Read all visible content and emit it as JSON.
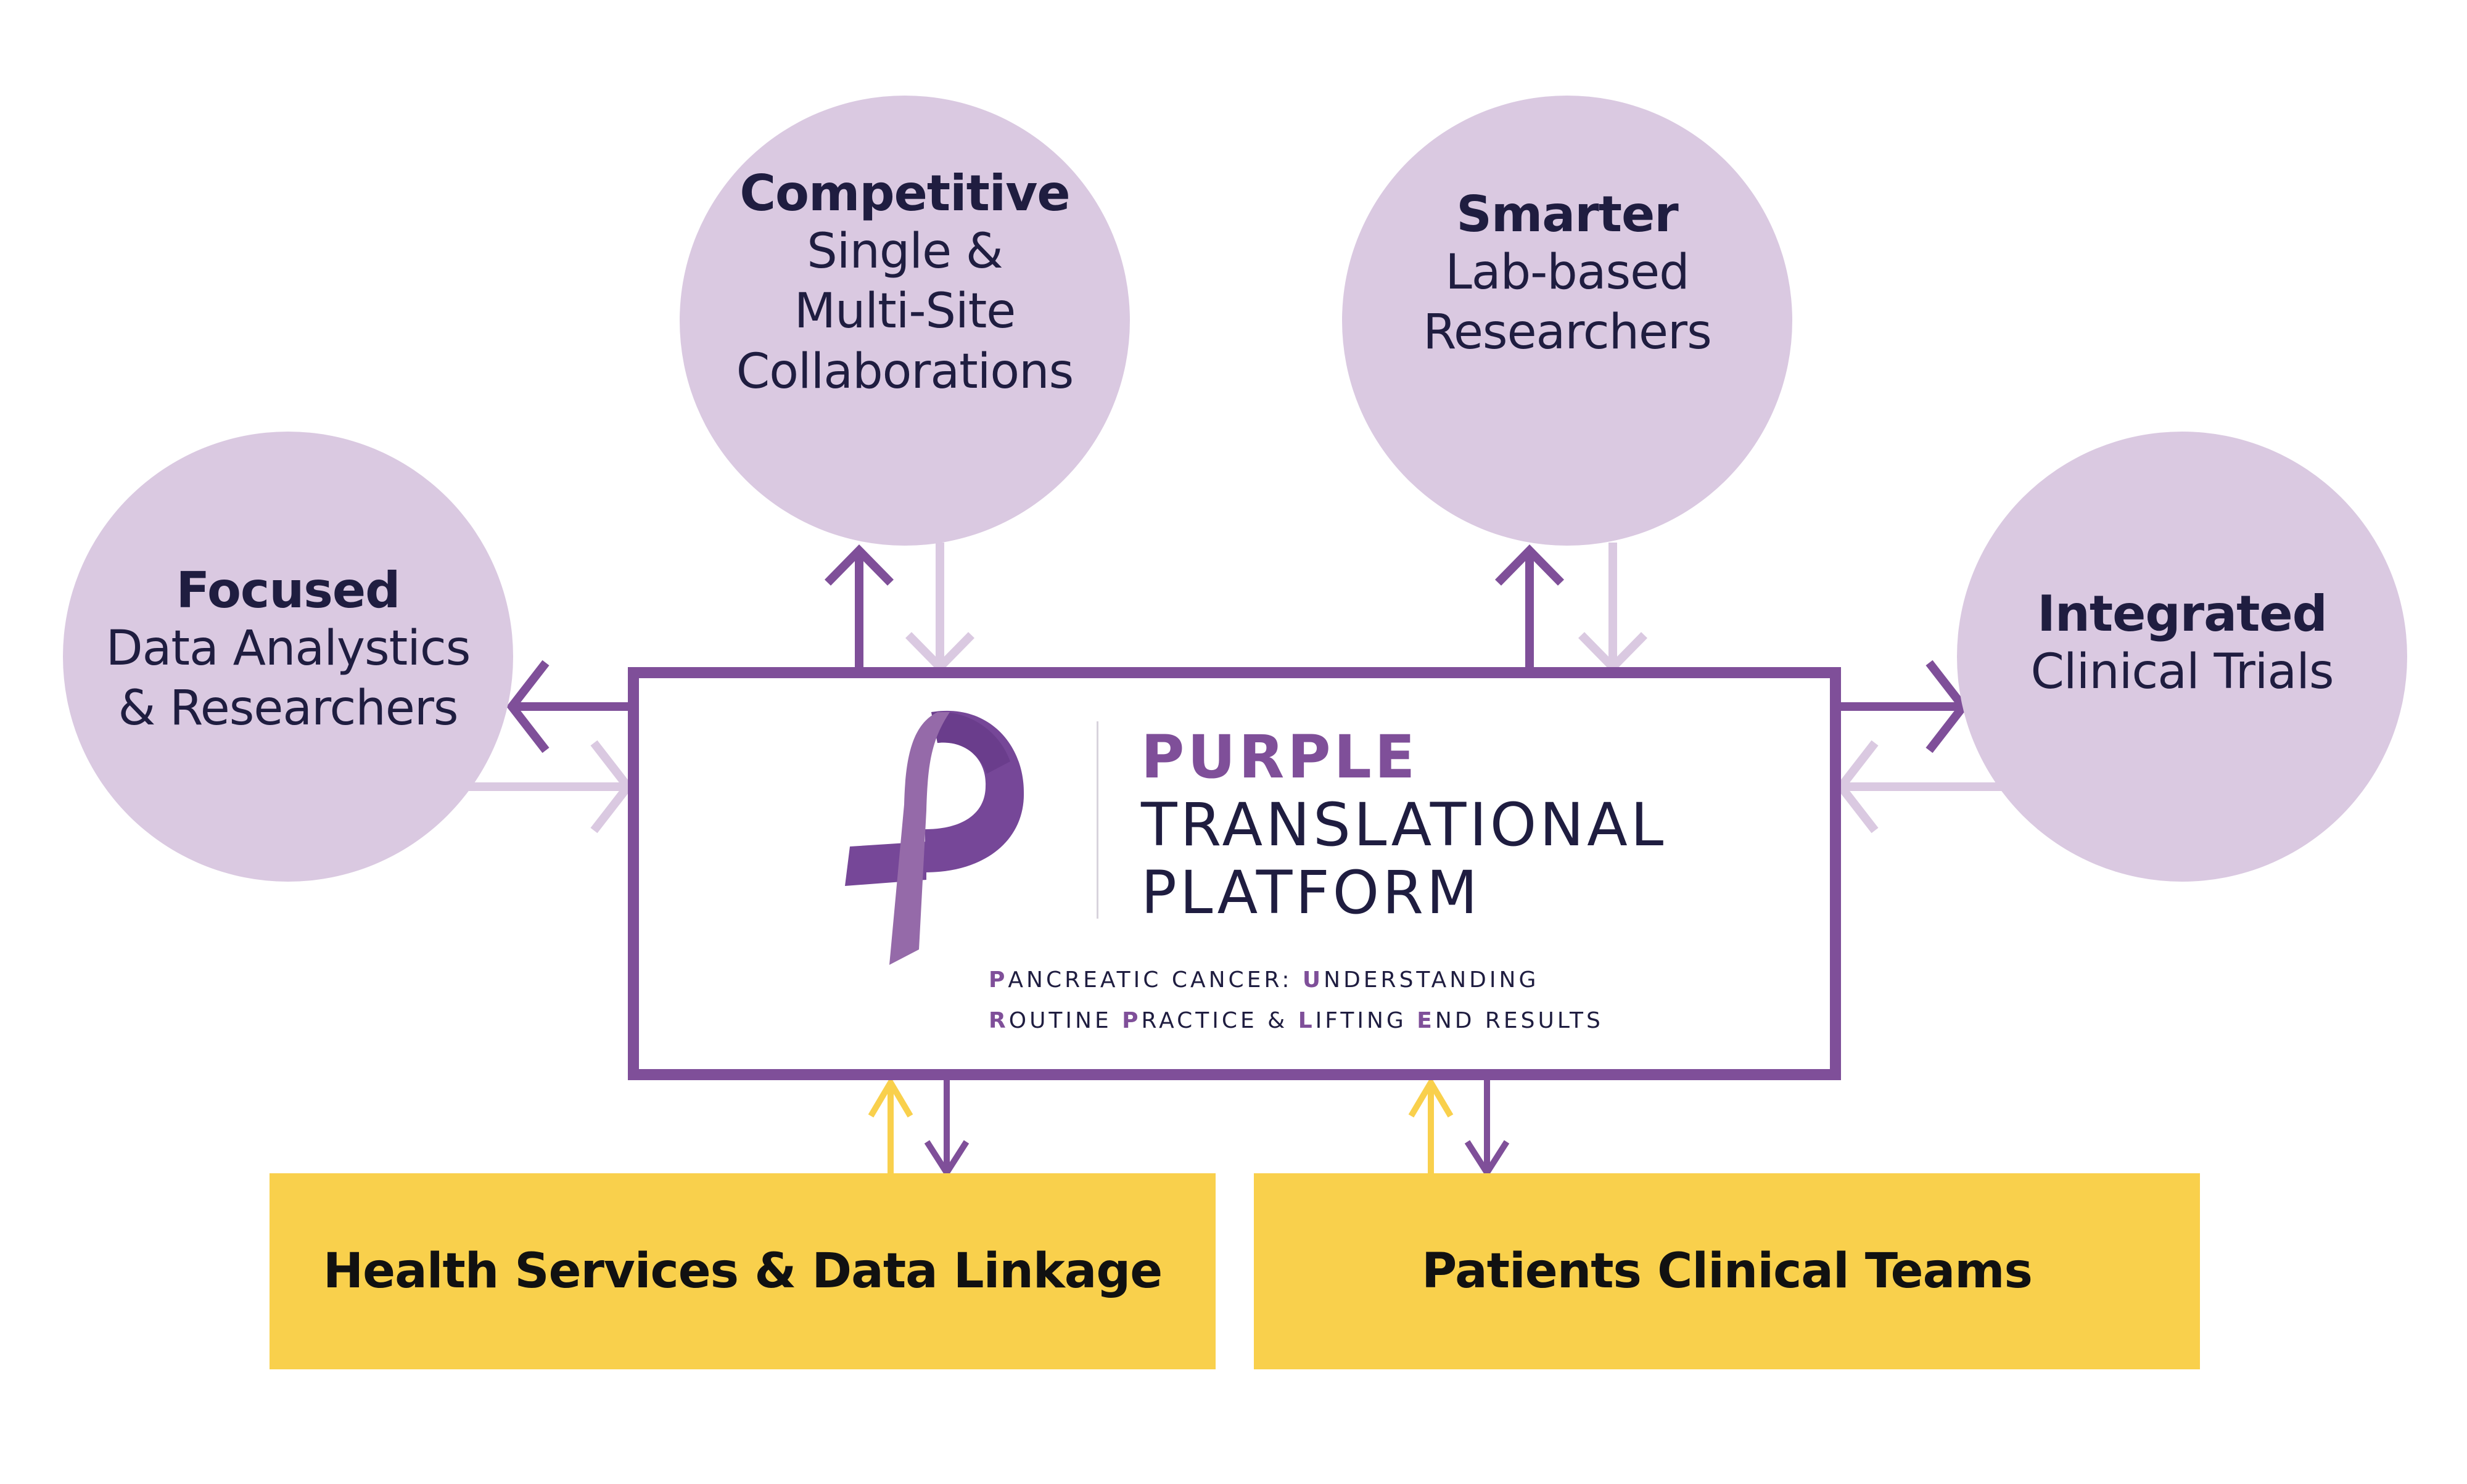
{
  "colors": {
    "primary_purple": "#7f4f99",
    "light_purple": "#dac9e1",
    "ribbon_light": "#9669a8",
    "ribbon_dark": "#6d3f8f",
    "yellow": "#f9d04c",
    "text_dark": "#1f1d40",
    "background": "#ffffff"
  },
  "circles": [
    {
      "id": "focused",
      "title": "Focused",
      "subtitle": "Data Analystics\n& Researchers"
    },
    {
      "id": "competitive",
      "title": "Competitive",
      "subtitle": "Single &\nMulti-Site\nCollaborations"
    },
    {
      "id": "smarter",
      "title": "Smarter",
      "subtitle": "Lab-based\nResearchers"
    },
    {
      "id": "integrated",
      "title": "Integrated",
      "subtitle": "Clinical Trials"
    }
  ],
  "platform": {
    "logo_icon": "purple-ribbon-p",
    "line1": "PURPLE",
    "line2": "TRANSLATIONAL",
    "line3": "PLATFORM",
    "tagline_1": [
      {
        "hl": "P",
        "rest": "ANCREATIC CANCER: "
      },
      {
        "hl": "U",
        "rest": "NDERSTANDING"
      }
    ],
    "tagline_2": [
      {
        "hl": "R",
        "rest": "OUTINE "
      },
      {
        "hl": "P",
        "rest": "RACTICE & "
      },
      {
        "hl": "L",
        "rest": "IFTING "
      },
      {
        "hl": "E",
        "rest": "ND RESULTS"
      }
    ]
  },
  "bottom_boxes": [
    {
      "id": "health",
      "label": "Health Services & Data Linkage"
    },
    {
      "id": "patients",
      "label": "Patients Clinical Teams"
    }
  ],
  "connections": [
    {
      "from": "platform",
      "to": "focused",
      "color": "primary_purple"
    },
    {
      "from": "focused",
      "to": "platform",
      "color": "light_purple"
    },
    {
      "from": "platform",
      "to": "competitive",
      "color": "primary_purple"
    },
    {
      "from": "competitive",
      "to": "platform",
      "color": "light_purple"
    },
    {
      "from": "platform",
      "to": "smarter",
      "color": "primary_purple"
    },
    {
      "from": "smarter",
      "to": "platform",
      "color": "light_purple"
    },
    {
      "from": "platform",
      "to": "integrated",
      "color": "primary_purple"
    },
    {
      "from": "integrated",
      "to": "platform",
      "color": "light_purple"
    },
    {
      "from": "health",
      "to": "platform",
      "color": "yellow"
    },
    {
      "from": "platform",
      "to": "health",
      "color": "primary_purple"
    },
    {
      "from": "patients",
      "to": "platform",
      "color": "yellow"
    },
    {
      "from": "platform",
      "to": "patients",
      "color": "primary_purple"
    }
  ]
}
